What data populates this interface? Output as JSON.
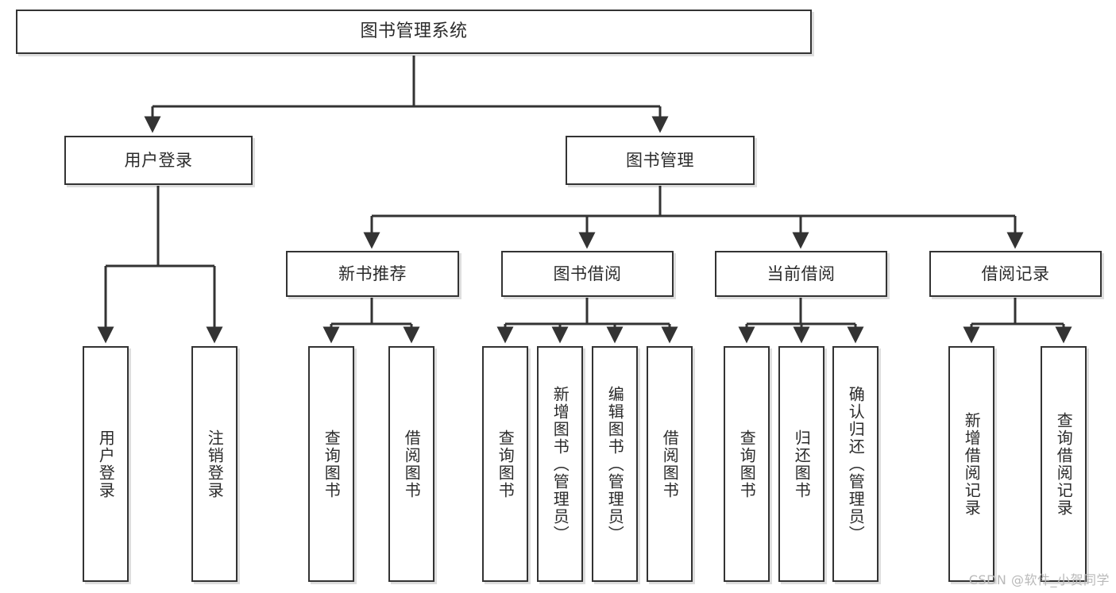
{
  "diagram": {
    "type": "tree",
    "title": "图书管理系统",
    "orientation": "top-down",
    "colors": {
      "box_border": "#333333",
      "box_fill": "#ffffff",
      "edge": "#333333",
      "text": "#2b2b2b",
      "watermark": "#b9b9b9",
      "background": "#ffffff"
    },
    "root": {
      "label": "图书管理系统"
    },
    "level1": [
      {
        "label": "用户登录"
      },
      {
        "label": "图书管理"
      }
    ],
    "level2": [
      {
        "label": "新书推荐"
      },
      {
        "label": "图书借阅"
      },
      {
        "label": "当前借阅"
      },
      {
        "label": "借阅记录"
      }
    ],
    "leaves": {
      "user_login": [
        {
          "label": "用户登录"
        },
        {
          "label": "注销登录"
        }
      ],
      "new_book_recommend": [
        {
          "label": "查询图书"
        },
        {
          "label": "借阅图书"
        }
      ],
      "book_borrow": [
        {
          "label": "查询图书"
        },
        {
          "label": "新增图书（管理员）"
        },
        {
          "label": "编辑图书（管理员）"
        },
        {
          "label": "借阅图书"
        }
      ],
      "current_borrow": [
        {
          "label": "查询图书"
        },
        {
          "label": "归还图书"
        },
        {
          "label": "确认归还（管理员）"
        }
      ],
      "borrow_record": [
        {
          "label": "新增借阅记录"
        },
        {
          "label": "查询借阅记录"
        }
      ]
    }
  },
  "watermark": {
    "text": "CSDN @软件_小贺同学"
  }
}
